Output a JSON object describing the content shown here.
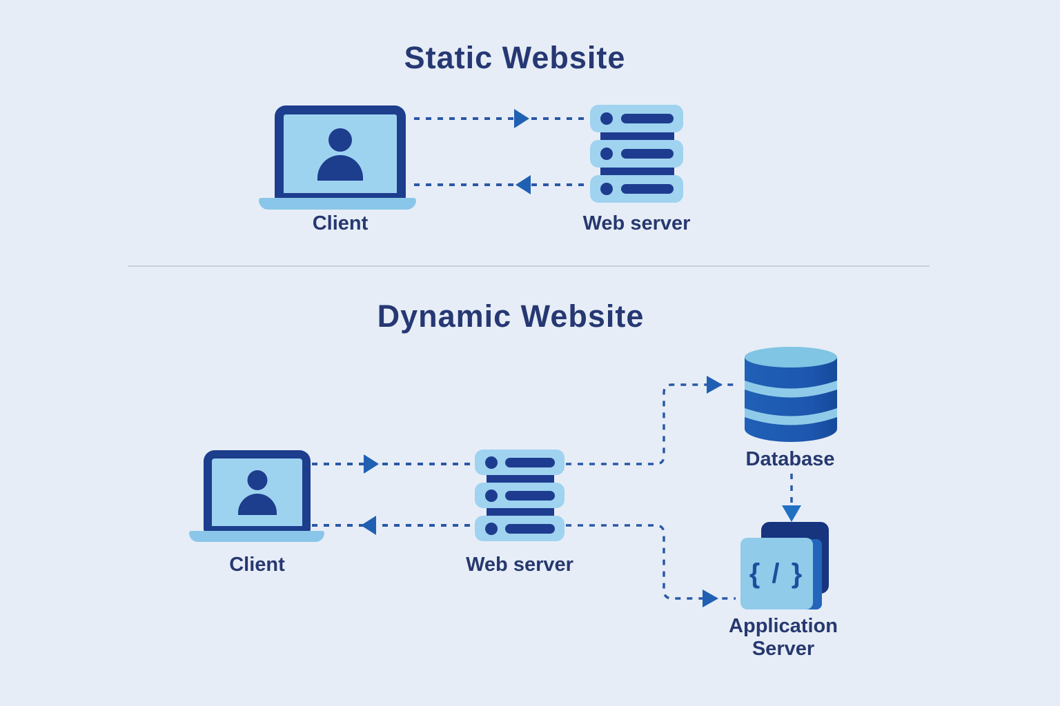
{
  "colors": {
    "background": "#e7edf6",
    "title_navy": "#263873",
    "shape_navy": "#1d3d8d",
    "light_blue": "#9ed3f0",
    "base_blue": "#8ac6e9",
    "database_blue": "#1d56ae",
    "dash_blue": "#2a58a6",
    "arrow_blue": "#1f60b2",
    "divider_gray": "#c7d1de"
  },
  "static_section": {
    "title": "Static Website",
    "client_label": "Client",
    "web_server_label": "Web server"
  },
  "dynamic_section": {
    "title": "Dynamic Website",
    "client_label": "Client",
    "web_server_label": "Web server",
    "database_label": "Database",
    "app_server_label": "Application Server",
    "code_glyph": "{ / }"
  }
}
